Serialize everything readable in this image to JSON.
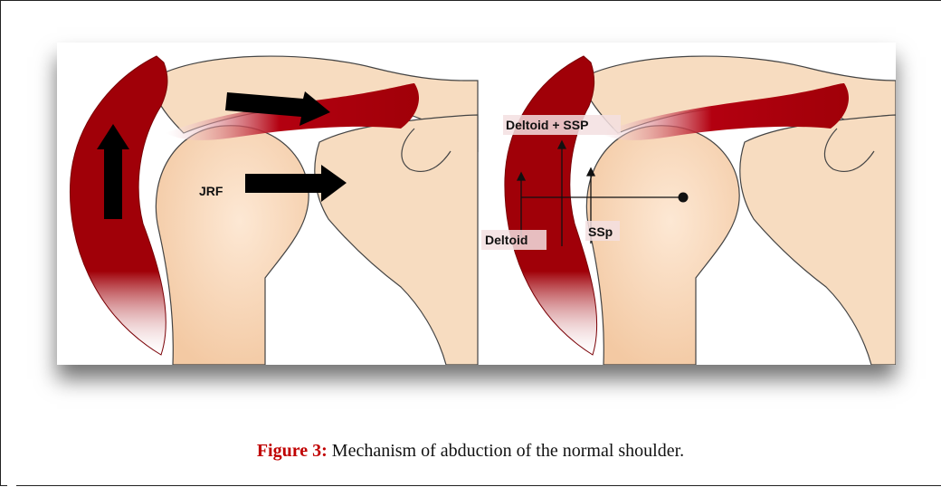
{
  "left_panel": {
    "labels": {
      "jrf": "JRF"
    }
  },
  "right_panel": {
    "labels": {
      "deltoid_ssp": "Deltoid + SSP",
      "deltoid": "Deltoid",
      "ssp": "SSp"
    }
  },
  "caption": {
    "figure_number": "Figure 3:",
    "text": " Mechanism of abduction of the normal shoulder."
  },
  "colors": {
    "muscle_red": "#a00008",
    "bone": "#f7dcc0",
    "caption_red": "#c00000"
  }
}
